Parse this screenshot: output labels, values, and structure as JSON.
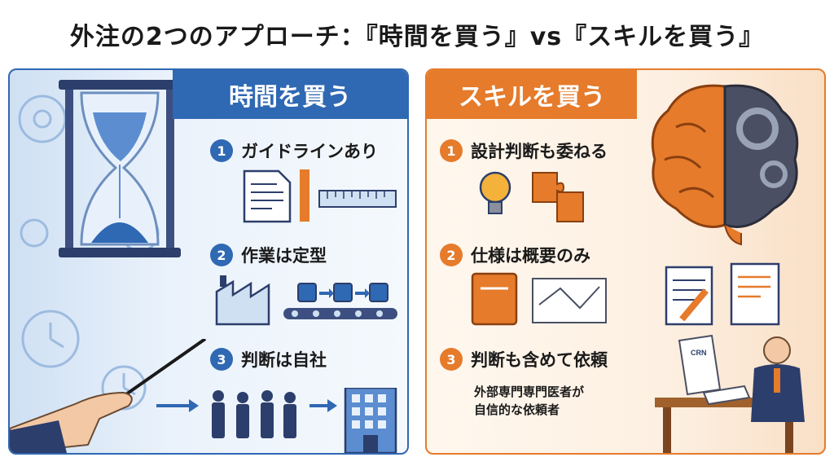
{
  "title": "外注の2つのアプローチ：『時間を買う』vs『スキルを買う』",
  "left_panel": {
    "header": "時間を買う",
    "items": [
      {
        "number": "1",
        "label": "ガイドラインあり"
      },
      {
        "number": "2",
        "label": "作業は定型"
      },
      {
        "number": "3",
        "label": "判断は自社"
      }
    ]
  },
  "right_panel": {
    "header": "スキルを買う",
    "items": [
      {
        "number": "1",
        "label": "設計判断も委ねる"
      },
      {
        "number": "2",
        "label": "仕様は概要のみ"
      },
      {
        "number": "3",
        "label": "判断も含めて依頼"
      }
    ],
    "note_lines": [
      "外部専門専門医者が",
      "自信的な依頼者"
    ],
    "document_label": "CRN"
  },
  "colors": {
    "blue": "#2f68b3",
    "orange": "#e57b2b"
  }
}
